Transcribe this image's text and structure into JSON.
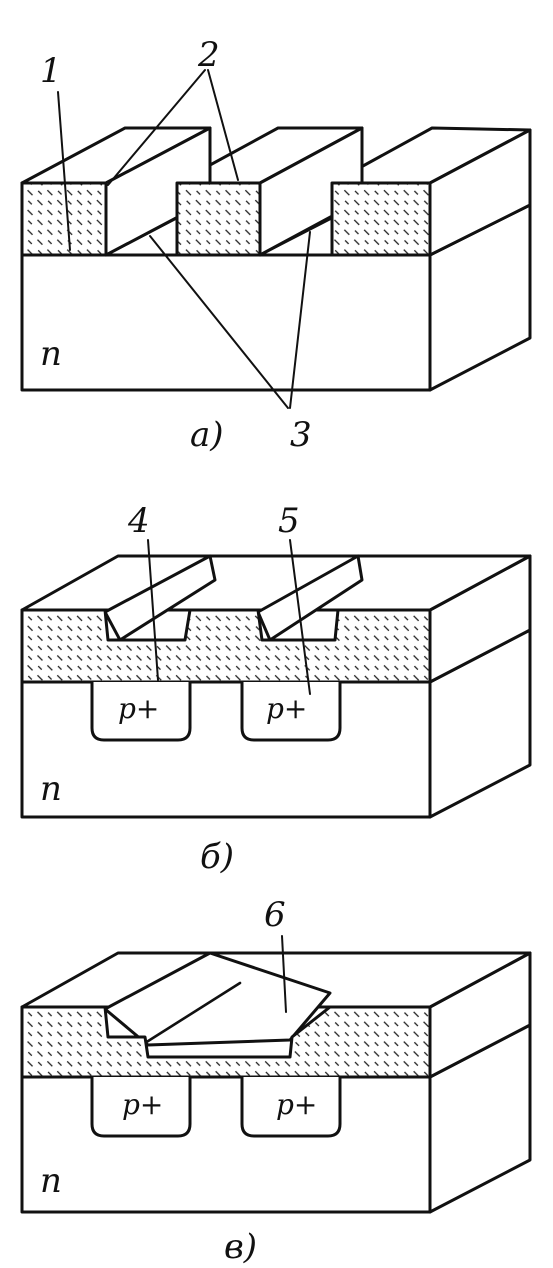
{
  "panel_a": {
    "caption": "а)",
    "label_1": "1",
    "label_2": "2",
    "label_3": "3",
    "substrate": "n"
  },
  "panel_b": {
    "caption": "б)",
    "label_4": "4",
    "label_5": "5",
    "substrate": "n",
    "region_left": "p+",
    "region_right": "p+"
  },
  "panel_c": {
    "caption": "в)",
    "label_6": "6",
    "substrate": "n",
    "region_left": "p+",
    "region_right": "p+"
  }
}
